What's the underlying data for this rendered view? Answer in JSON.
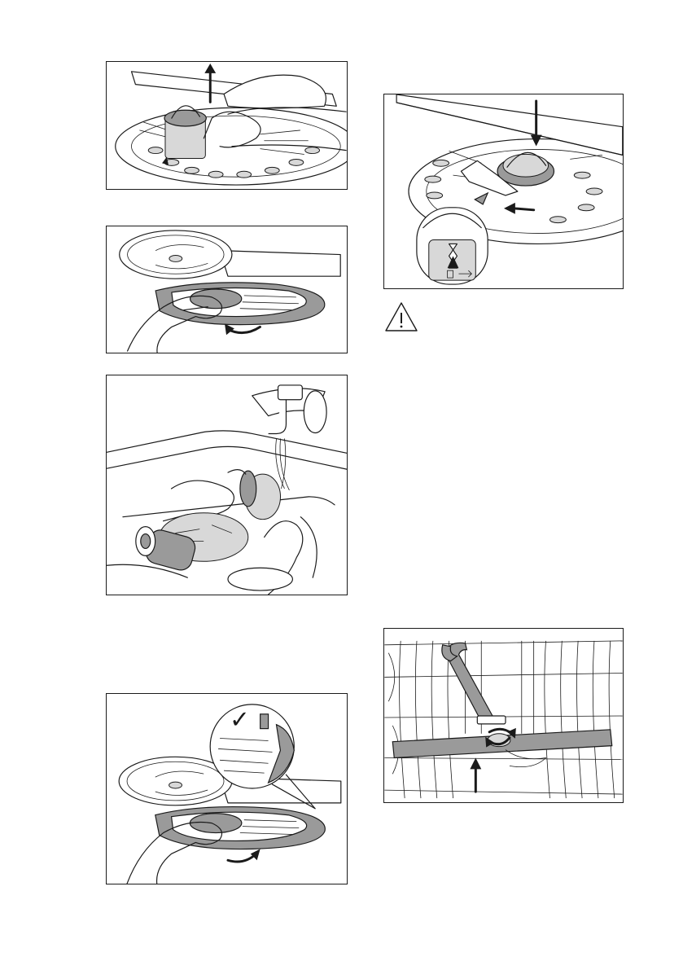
{
  "page": {
    "figures": [
      {
        "id": "fig1",
        "icon": "filter-removal-illustration"
      },
      {
        "id": "fig2",
        "icon": "flat-filter-removal-illustration"
      },
      {
        "id": "fig3",
        "icon": "filter-rinse-illustration"
      },
      {
        "id": "fig4",
        "icon": "flat-filter-install-illustration"
      },
      {
        "id": "fig5",
        "icon": "filter-lock-illustration"
      },
      {
        "id": "fig6",
        "icon": "spray-arm-install-illustration"
      }
    ],
    "warning_icon": "warning-triangle-icon",
    "inline_check_mark": "✓"
  }
}
